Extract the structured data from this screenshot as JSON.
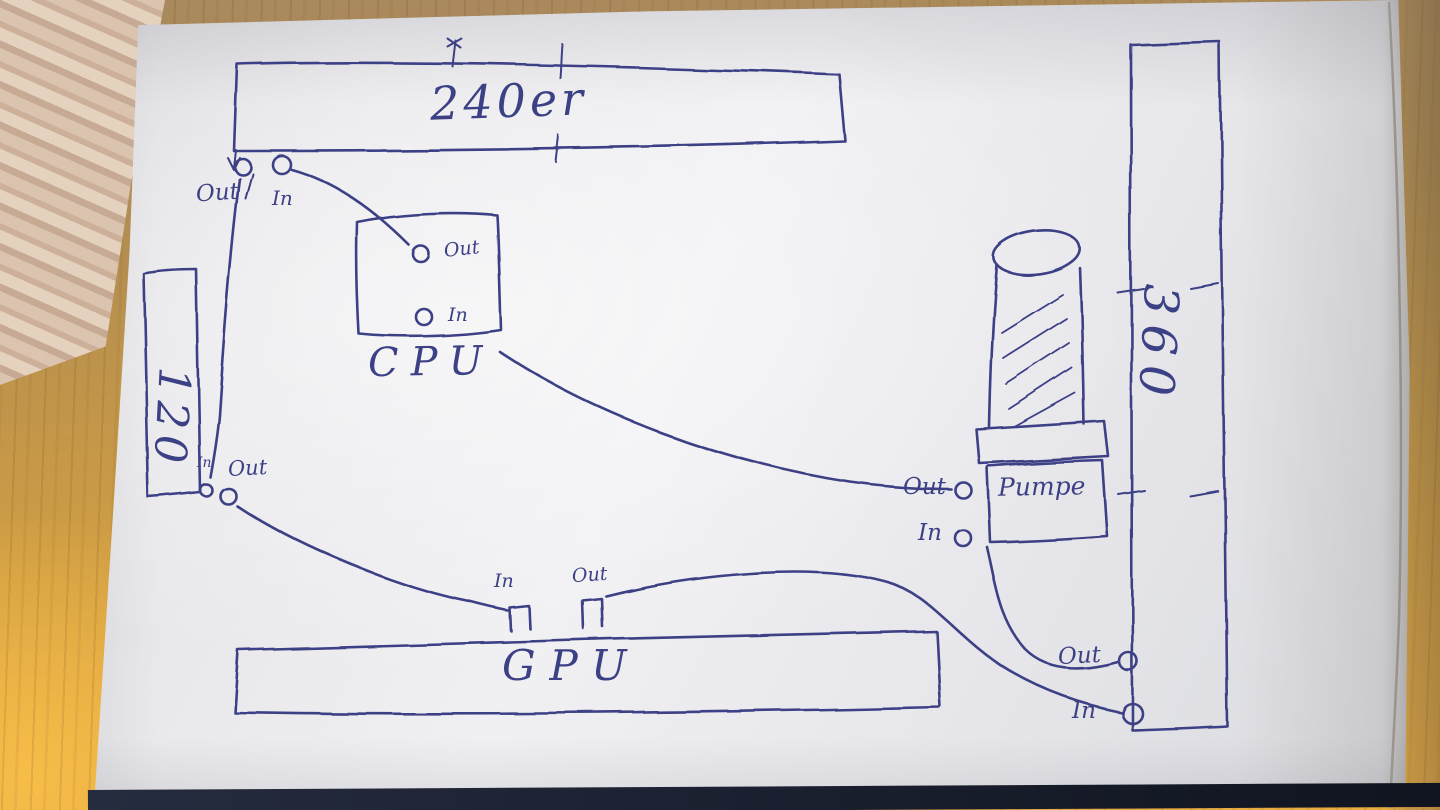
{
  "ink_color": "#3c4185",
  "paper_color": "#eceef0",
  "diagram": "hand-drawn watercooling loop sketch",
  "labels": {
    "rad240": "240er",
    "rad120": "120",
    "rad360": "360",
    "cpu": "CPU",
    "gpu": "GPU",
    "pump": "Pumpe"
  },
  "ports": {
    "rad240_out": "Out",
    "rad240_in": "In",
    "cpu_out": "Out",
    "cpu_in": "In",
    "rad120_in": "In",
    "rad120_out": "Out",
    "gpu_in": "In",
    "gpu_out": "Out",
    "pump_out": "Out",
    "pump_in": "In",
    "rad360_out": "Out",
    "rad360_in": "In"
  }
}
